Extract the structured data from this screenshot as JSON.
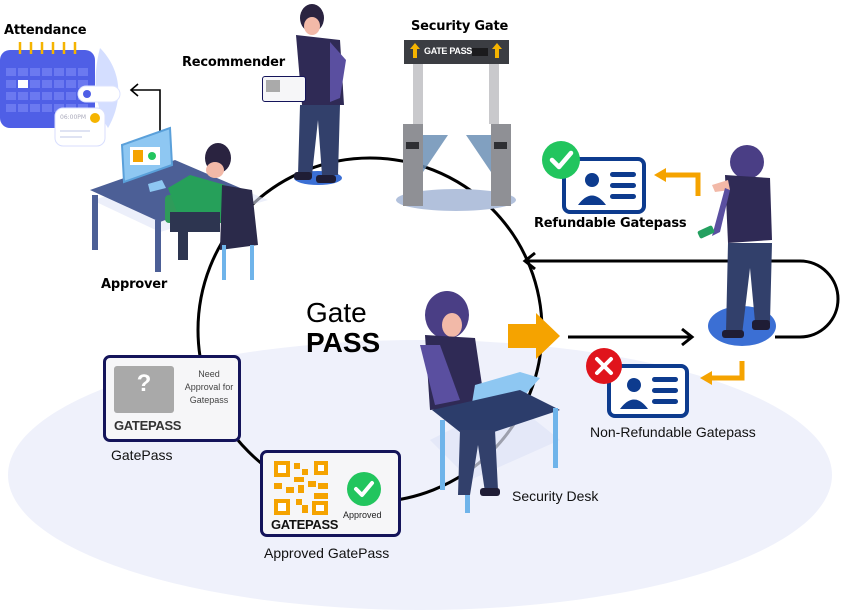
{
  "center": {
    "line1": "Gate",
    "line2": "PASS"
  },
  "labels": {
    "attendance": "Attendance",
    "recommender": "Recommender",
    "security_gate": "Security Gate",
    "approver": "Approver",
    "refundable": "Refundable Gatepass",
    "non_refundable": "Non-Refundable Gatepass",
    "gatepass": "GatePass",
    "approved_gatepass": "Approved GatePass",
    "security_desk": "Security Desk"
  },
  "gate_sign": "GATE PASS",
  "gatepass_card": {
    "word": "GATEPASS",
    "symbol": "?",
    "note_lines": [
      "Need",
      "Approval for",
      "Gatepass"
    ]
  },
  "approved_card": {
    "word": "GATEPASS",
    "status": "Approved"
  },
  "attendance_widget": {
    "time": "06:00PM"
  },
  "colors": {
    "accent_orange": "#f5a300",
    "card_border": "#14145a",
    "id_blue": "#0d3b8e",
    "ok_green": "#22c55e",
    "error_red": "#e0141c",
    "floor": "#eef0fb"
  }
}
